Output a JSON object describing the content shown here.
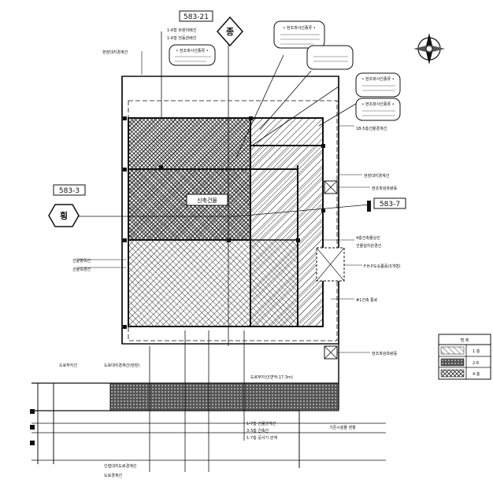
{
  "lots": {
    "north": "583-21",
    "west": "583-3",
    "east": "583-7"
  },
  "markers": {
    "top": "종",
    "left": "횡"
  },
  "building_label": "신축건물",
  "annotations": {
    "top_left_1": "1-6형 트렌치배선",
    "top_left_2": "1-6형 전동관배선",
    "top_left_box": "• 현조파사선종류 •",
    "top_right_box": "• 현조파사선종류 •",
    "right_box_1": "• 현조파사선종류 •",
    "right_box_2": "• 현조파사선종류 •",
    "upper_left_edge": "현장대지경계선",
    "right_1": "1B-5층건물경계선",
    "right_2": "현장대지경계선",
    "right_3": "현조파검측량홀",
    "right_4": "4층건축물상선",
    "right_5": "건물설치관경선",
    "right_6": "F.H.P도숙륭홀(3개형)",
    "right_7": "#1건축 통로",
    "right_8": "현조파검측량홀",
    "left_1": "건물항목선",
    "left_2": "건물측경선",
    "bottom_left_1": "도로부지선",
    "bottom_left_2": "도로대지경계선(현장)",
    "bottom_mid": "도로부지선(면적:17.3m)",
    "bottom_1": "1-7층 건물관계선",
    "bottom_2": "3-3층 건축선",
    "bottom_3": "1-7층 공사기 관계",
    "bottom_4": "기존시설물 현황",
    "bottom_5": "인접대지도로경계선",
    "bottom_6": "도로경계선"
  },
  "legend": {
    "header": "범 례",
    "rows": [
      "1 층",
      "2-6",
      "4 층"
    ]
  }
}
